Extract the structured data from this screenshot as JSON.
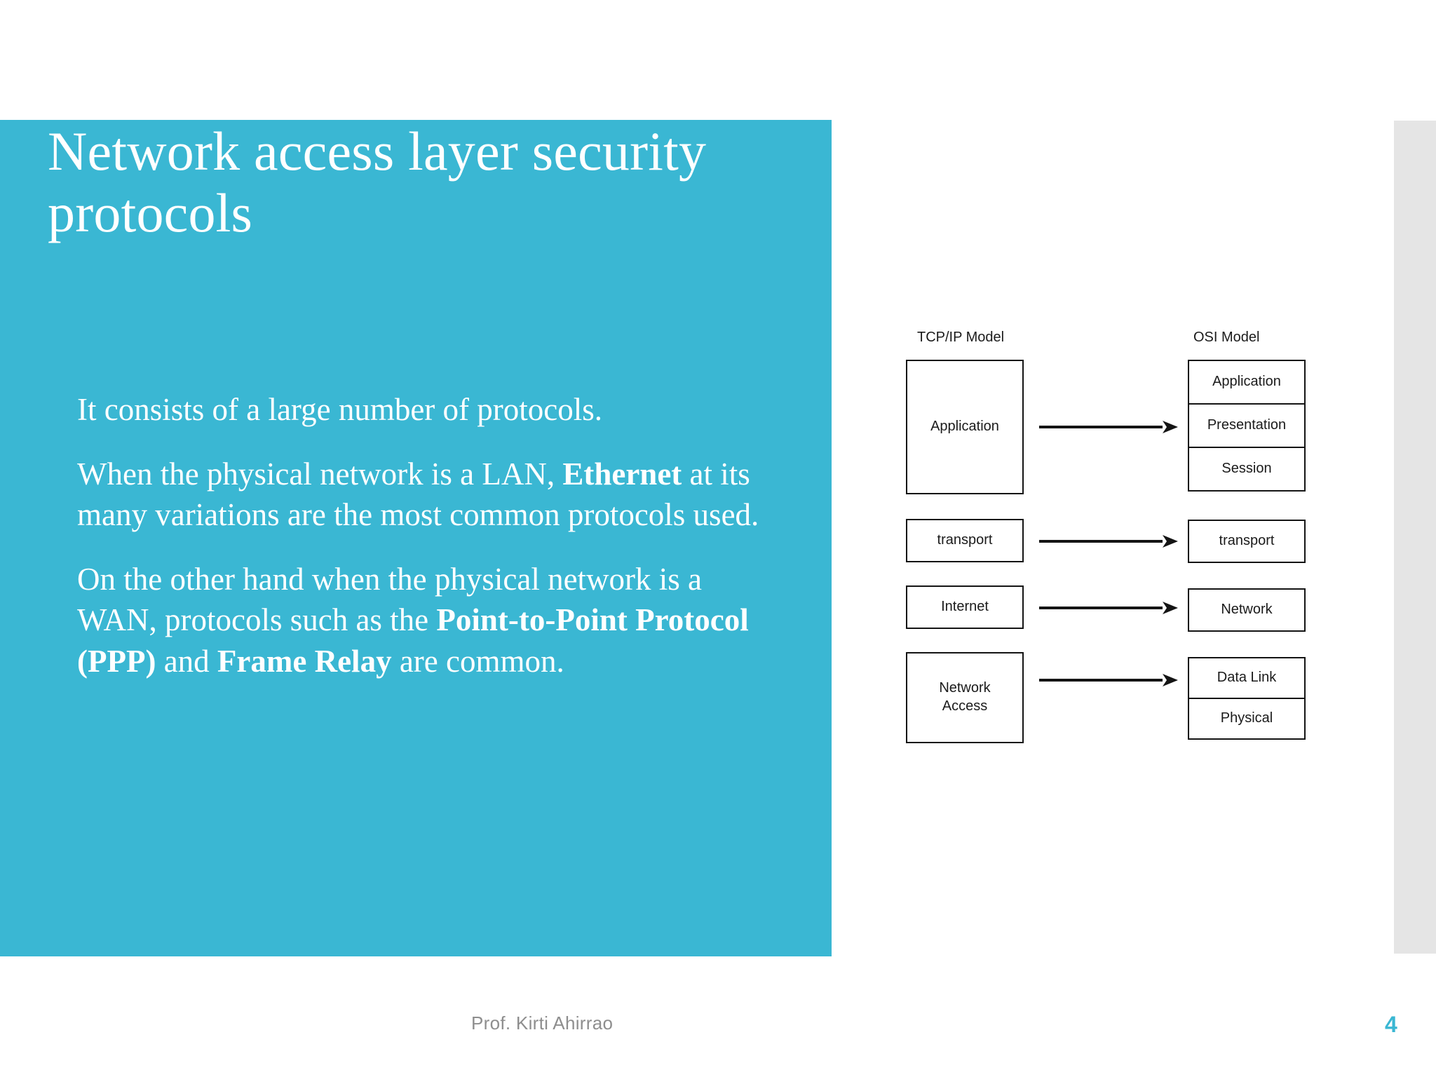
{
  "slide": {
    "title": "Network access layer security protocols",
    "accent_color": "#3ab7d3",
    "panel_text_color": "#ffffff",
    "edge_strip_color": "#e5e5e5"
  },
  "body": {
    "paragraph_1": "It consists of a large number of protocols.",
    "paragraph_2": {
      "part_1": "When the physical network is a LAN, ",
      "bold_1": "Ethernet",
      "part_2": " at its many variations are the most common protocols used."
    },
    "paragraph_3": {
      "part_1": "On the other hand when the physical network is a WAN, protocols such as the ",
      "bold_1": "Point-to-Point Protocol (PPP)",
      "part_2": " and ",
      "bold_2": "Frame Relay",
      "part_3": " are common."
    }
  },
  "diagram": {
    "type": "diagram",
    "left_column_heading": "TCP/IP Model",
    "right_column_heading": "OSI Model",
    "tcpip_layers": [
      {
        "label": "Application"
      },
      {
        "label": "transport"
      },
      {
        "label": "Internet"
      },
      {
        "label": "Network\nAccess"
      }
    ],
    "osi_layers": [
      {
        "label": "Application"
      },
      {
        "label": "Presentation"
      },
      {
        "label": "Session"
      },
      {
        "label": "transport"
      },
      {
        "label": "Network"
      },
      {
        "label": "Data Link"
      },
      {
        "label": "Physical"
      }
    ],
    "mappings": [
      {
        "from": "Application",
        "to": "Application / Presentation / Session"
      },
      {
        "from": "transport",
        "to": "transport"
      },
      {
        "from": "Internet",
        "to": "Network"
      },
      {
        "from": "Network Access",
        "to": "Data Link / Physical"
      }
    ],
    "box_border_color": "#141414",
    "arrow_color": "#141414"
  },
  "footer": {
    "author": "Prof. Kirti Ahirrao",
    "page_number": "4"
  }
}
